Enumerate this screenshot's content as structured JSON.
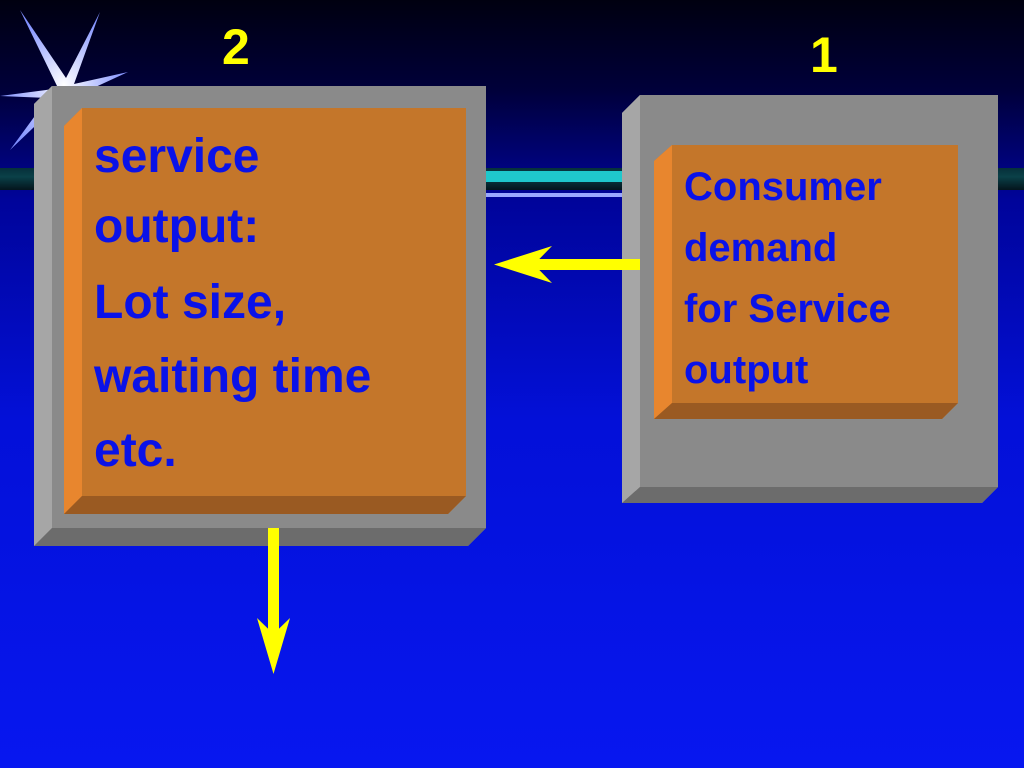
{
  "step_labels": {
    "box_left_number": "2",
    "box_right_number": "1"
  },
  "box_left": {
    "lines": [
      "service",
      "output:",
      "Lot size,",
      "waiting time",
      "etc."
    ]
  },
  "box_right": {
    "lines": [
      "Consumer",
      "demand",
      "for Service",
      "output"
    ]
  },
  "colors": {
    "background_top": "#00003a",
    "background_bottom": "#0717f0",
    "panel_orange": "#c4762a",
    "frame_gray": "#8a8a8a",
    "text_blue": "#0a12e8",
    "arrow_yellow": "#ffff00",
    "band_cyan": "#1fc8cc"
  },
  "decor": {
    "corner_icon": "starburst-icon"
  }
}
